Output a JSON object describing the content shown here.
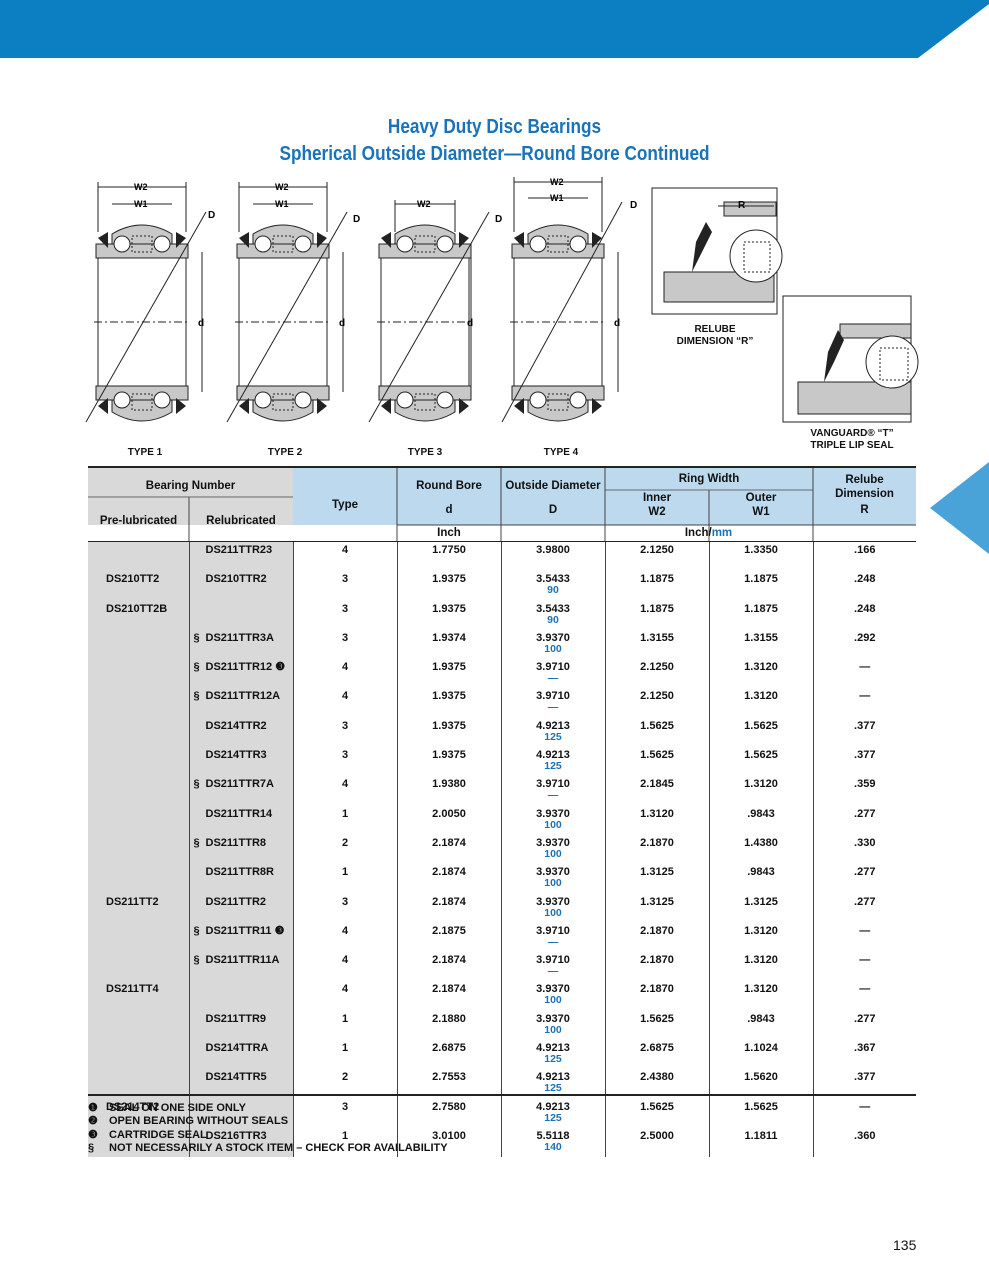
{
  "header": {
    "title_line1": "Heavy Duty Disc Bearings",
    "title_line2": "Spherical Outside Diameter—Round Bore Continued",
    "brand_blue": "#1a73b9",
    "bar_blue": "#0b7fc1",
    "triangle_blue": "#4aa3d8"
  },
  "diagram": {
    "dim_w2": "W2",
    "dim_w1": "W1",
    "dim_D": "D",
    "dim_d": "d",
    "dim_R": "R",
    "type1": "TYPE 1",
    "type2": "TYPE 2",
    "type3": "TYPE 3",
    "type4": "TYPE 4",
    "relube_line1": "RELUBE",
    "relube_line2": "DIMENSION “R”",
    "vanguard_line1": "VANGUARD® “T”",
    "vanguard_line2": "TRIPLE LIP SEAL"
  },
  "table_header": {
    "bearing_number": "Bearing Number",
    "prelubricated": "Pre-lubricated",
    "relubricated": "Relubricated",
    "type": "Type",
    "round_bore": "Round Bore",
    "round_bore_sym": "d",
    "outside_diameter": "Outside Diameter",
    "outside_diameter_sym": "D",
    "ring_width": "Ring Width",
    "inner": "Inner",
    "inner_sym": "W2",
    "outer": "Outer",
    "outer_sym": "W1",
    "relube": "Relube",
    "dimension": "Dimension",
    "relube_sym": "R",
    "unit_inch": "Inch",
    "unit_inch_mm_a": "Inch/",
    "unit_inch_mm_b": "mm"
  },
  "rows": [
    {
      "pre": "",
      "sec": "",
      "relu": "DS211TTR23",
      "note": "",
      "type": "4",
      "bore": "1.7750",
      "od": "3.9800",
      "od_mm": "",
      "w2": "2.1250",
      "w1": "1.3350",
      "r": ".166"
    },
    {
      "pre": "DS210TT2",
      "sec": "",
      "relu": "DS210TTR2",
      "note": "",
      "type": "3",
      "bore": "1.9375",
      "od": "3.5433",
      "od_mm": "90",
      "w2": "1.1875",
      "w1": "1.1875",
      "r": ".248"
    },
    {
      "pre": "DS210TT2B",
      "sec": "",
      "relu": "",
      "note": "",
      "type": "3",
      "bore": "1.9375",
      "od": "3.5433",
      "od_mm": "90",
      "w2": "1.1875",
      "w1": "1.1875",
      "r": ".248"
    },
    {
      "pre": "",
      "sec": "§",
      "relu": "DS211TTR3A",
      "note": "",
      "type": "3",
      "bore": "1.9374",
      "od": "3.9370",
      "od_mm": "100",
      "w2": "1.3155",
      "w1": "1.3155",
      "r": ".292"
    },
    {
      "pre": "",
      "sec": "§",
      "relu": "DS211TTR12",
      "note": "❸",
      "type": "4",
      "bore": "1.9375",
      "od": "3.9710",
      "od_mm": "—",
      "w2": "2.1250",
      "w1": "1.3120",
      "r": "—"
    },
    {
      "pre": "",
      "sec": "§",
      "relu": "DS211TTR12A",
      "note": "",
      "type": "4",
      "bore": "1.9375",
      "od": "3.9710",
      "od_mm": "—",
      "w2": "2.1250",
      "w1": "1.3120",
      "r": "—"
    },
    {
      "pre": "",
      "sec": "",
      "relu": "DS214TTR2",
      "note": "",
      "type": "3",
      "bore": "1.9375",
      "od": "4.9213",
      "od_mm": "125",
      "w2": "1.5625",
      "w1": "1.5625",
      "r": ".377"
    },
    {
      "pre": "",
      "sec": "",
      "relu": "DS214TTR3",
      "note": "",
      "type": "3",
      "bore": "1.9375",
      "od": "4.9213",
      "od_mm": "125",
      "w2": "1.5625",
      "w1": "1.5625",
      "r": ".377"
    },
    {
      "pre": "",
      "sec": "§",
      "relu": "DS211TTR7A",
      "note": "",
      "type": "4",
      "bore": "1.9380",
      "od": "3.9710",
      "od_mm": "—",
      "w2": "2.1845",
      "w1": "1.3120",
      "r": ".359"
    },
    {
      "pre": "",
      "sec": "",
      "relu": "DS211TTR14",
      "note": "",
      "type": "1",
      "bore": "2.0050",
      "od": "3.9370",
      "od_mm": "100",
      "w2": "1.3120",
      "w1": ".9843",
      "r": ".277"
    },
    {
      "pre": "",
      "sec": "§",
      "relu": "DS211TTR8",
      "note": "",
      "type": "2",
      "bore": "2.1874",
      "od": "3.9370",
      "od_mm": "100",
      "w2": "2.1870",
      "w1": "1.4380",
      "r": ".330"
    },
    {
      "pre": "",
      "sec": "",
      "relu": "DS211TTR8R",
      "note": "",
      "type": "1",
      "bore": "2.1874",
      "od": "3.9370",
      "od_mm": "100",
      "w2": "1.3125",
      "w1": ".9843",
      "r": ".277"
    },
    {
      "pre": "DS211TT2",
      "sec": "",
      "relu": "DS211TTR2",
      "note": "",
      "type": "3",
      "bore": "2.1874",
      "od": "3.9370",
      "od_mm": "100",
      "w2": "1.3125",
      "w1": "1.3125",
      "r": ".277"
    },
    {
      "pre": "",
      "sec": "§",
      "relu": "DS211TTR11",
      "note": "❸",
      "type": "4",
      "bore": "2.1875",
      "od": "3.9710",
      "od_mm": "—",
      "w2": "2.1870",
      "w1": "1.3120",
      "r": "—"
    },
    {
      "pre": "",
      "sec": "§",
      "relu": "DS211TTR11A",
      "note": "",
      "type": "4",
      "bore": "2.1874",
      "od": "3.9710",
      "od_mm": "—",
      "w2": "2.1870",
      "w1": "1.3120",
      "r": "—"
    },
    {
      "pre": "DS211TT4",
      "sec": "",
      "relu": "",
      "note": "",
      "type": "4",
      "bore": "2.1874",
      "od": "3.9370",
      "od_mm": "100",
      "w2": "2.1870",
      "w1": "1.3120",
      "r": "—"
    },
    {
      "pre": "",
      "sec": "",
      "relu": "DS211TTR9",
      "note": "",
      "type": "1",
      "bore": "2.1880",
      "od": "3.9370",
      "od_mm": "100",
      "w2": "1.5625",
      "w1": ".9843",
      "r": ".277"
    },
    {
      "pre": "",
      "sec": "",
      "relu": "DS214TTRA",
      "note": "",
      "type": "1",
      "bore": "2.6875",
      "od": "4.9213",
      "od_mm": "125",
      "w2": "2.6875",
      "w1": "1.1024",
      "r": ".367"
    },
    {
      "pre": "",
      "sec": "",
      "relu": "DS214TTR5",
      "note": "",
      "type": "2",
      "bore": "2.7553",
      "od": "4.9213",
      "od_mm": "125",
      "w2": "2.4380",
      "w1": "1.5620",
      "r": ".377"
    },
    {
      "pre": "DS214TT2",
      "sec": "",
      "relu": "",
      "note": "",
      "type": "3",
      "bore": "2.7580",
      "od": "4.9213",
      "od_mm": "125",
      "w2": "1.5625",
      "w1": "1.5625",
      "r": "—"
    },
    {
      "pre": "",
      "sec": "",
      "relu": "DS216TTR3",
      "note": "",
      "type": "1",
      "bore": "3.0100",
      "od": "5.5118",
      "od_mm": "140",
      "w2": "2.5000",
      "w1": "1.1811",
      "r": ".360"
    }
  ],
  "notes": [
    {
      "sym": "❶",
      "text": "SEAL ON ONE SIDE ONLY"
    },
    {
      "sym": "❷",
      "text": "OPEN BEARING WITHOUT SEALS"
    },
    {
      "sym": "❸",
      "text": "CARTRIDGE SEAL"
    },
    {
      "sym": "§",
      "text": "NOT NECESSARILY A STOCK ITEM – CHECK FOR AVAILABILITY"
    }
  ],
  "page_number": "135"
}
